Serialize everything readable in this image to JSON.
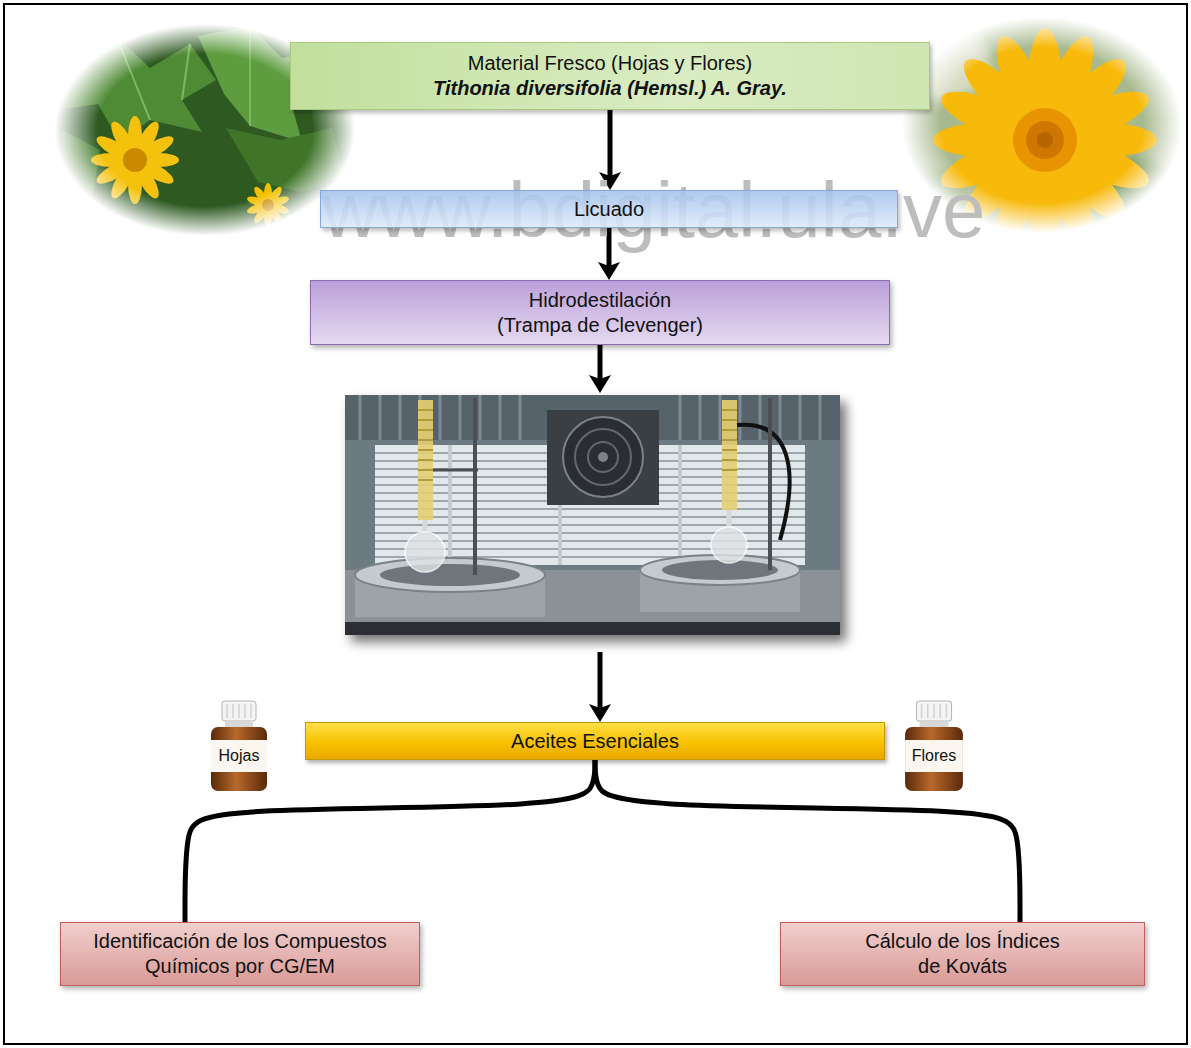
{
  "diagram": {
    "nodes": [
      {
        "text": [
          "Material Fresco (Hojas y Flores)",
          "Tithonia diversifolia (Hemsl.) A. Gray."
        ]
      },
      {
        "text": [
          "Licuado"
        ]
      },
      {
        "text": [
          "Hidrodestilación (Trampa de Clevenger)"
        ]
      },
      {
        "text": [
          "Aceites Esenciales"
        ]
      },
      {
        "text": [
          "Hojas"
        ]
      },
      {
        "text": [
          "Flores"
        ]
      },
      {
        "text": [
          "Identificación de los Compuestos Químicos por CG/EM"
        ]
      },
      {
        "text": [
          "Cálculo de los Índices de Kováts"
        ]
      }
    ],
    "edges": [
      {
        "from": 0,
        "to": 1,
        "arrow": "to"
      },
      {
        "from": 1,
        "to": 2,
        "arrow": "to"
      },
      {
        "from": 2,
        "to": 3,
        "arrow": "to"
      },
      {
        "from": 3,
        "to": 6,
        "arrow": "none"
      },
      {
        "from": 3,
        "to": 7,
        "arrow": "none"
      }
    ],
    "labels": [
      "www.bdigital.ula.ve"
    ]
  }
}
